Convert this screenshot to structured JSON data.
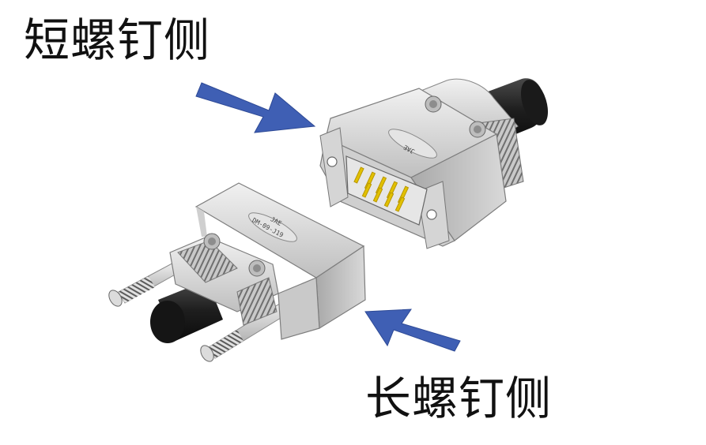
{
  "labels": {
    "short_screw_side": "短螺钉侧",
    "long_screw_side": "长螺钉侧"
  },
  "connectors": {
    "marking_brand": "JAE",
    "marking_part": "DM-09-J19"
  },
  "colors": {
    "arrow": "#3F5FB4",
    "housing": "#D8D8D8",
    "cable": "#2A2A2A",
    "pins": "#E2C100"
  }
}
